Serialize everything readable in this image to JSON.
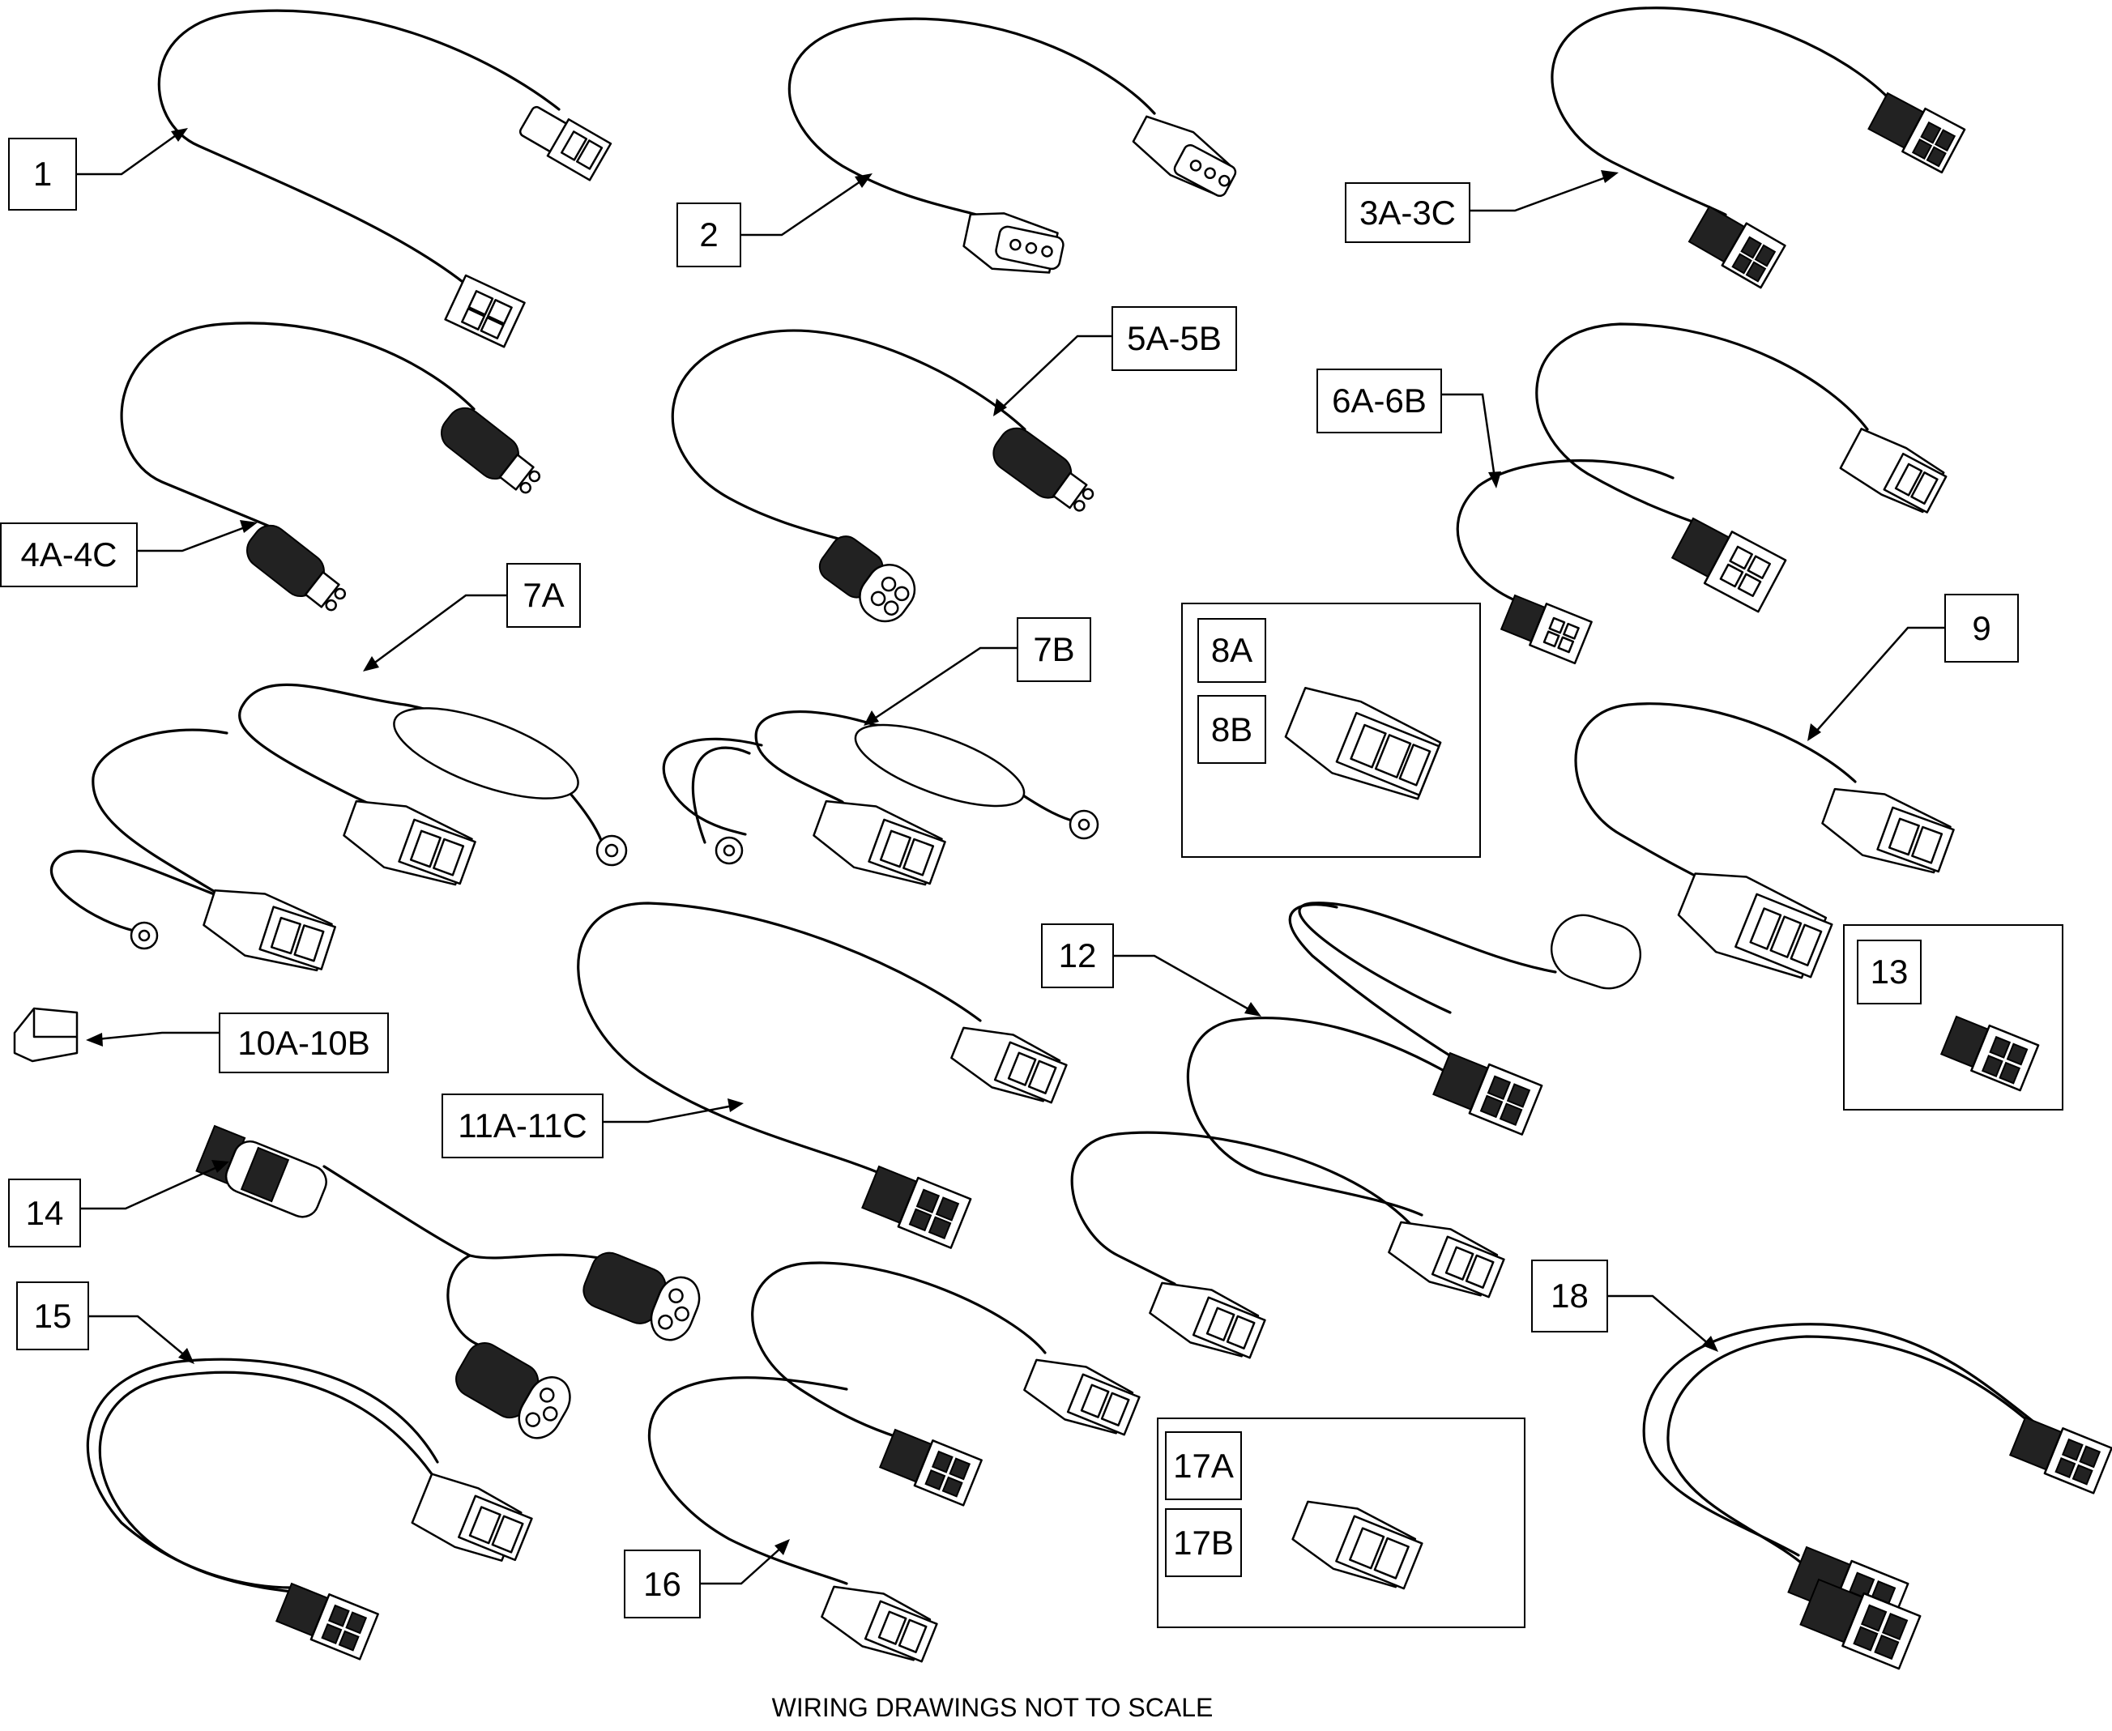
{
  "diagram": {
    "callouts": [
      {
        "id": "c1",
        "label": "1"
      },
      {
        "id": "c2",
        "label": "2"
      },
      {
        "id": "c3",
        "label": "3A-3C"
      },
      {
        "id": "c4",
        "label": "4A-4C"
      },
      {
        "id": "c5",
        "label": "5A-5B"
      },
      {
        "id": "c6",
        "label": "6A-6B"
      },
      {
        "id": "c7a",
        "label": "7A"
      },
      {
        "id": "c7b",
        "label": "7B"
      },
      {
        "id": "c8a",
        "label": "8A"
      },
      {
        "id": "c8b",
        "label": "8B"
      },
      {
        "id": "c9",
        "label": "9"
      },
      {
        "id": "c10",
        "label": "10A-10B"
      },
      {
        "id": "c11",
        "label": "11A-11C"
      },
      {
        "id": "c12",
        "label": "12"
      },
      {
        "id": "c13",
        "label": "13"
      },
      {
        "id": "c14",
        "label": "14"
      },
      {
        "id": "c15",
        "label": "15"
      },
      {
        "id": "c16",
        "label": "16"
      },
      {
        "id": "c17a",
        "label": "17A"
      },
      {
        "id": "c17b",
        "label": "17B"
      },
      {
        "id": "c18",
        "label": "18"
      }
    ],
    "footer_note": "WIRING DRAWINGS NOT TO SCALE"
  }
}
